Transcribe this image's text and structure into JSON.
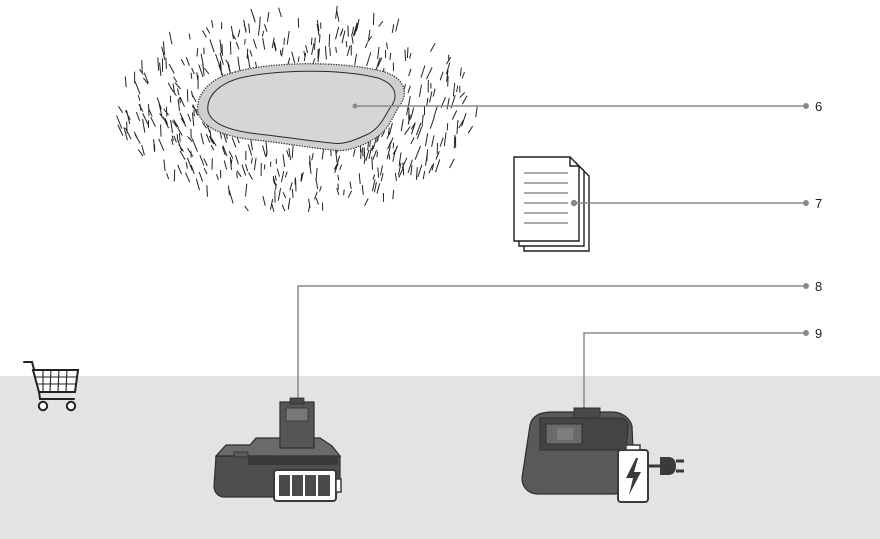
{
  "callouts": [
    {
      "id": "6",
      "label": "6",
      "refers_to": "mowing-area"
    },
    {
      "id": "7",
      "label": "7",
      "refers_to": "documents"
    },
    {
      "id": "8",
      "label": "8",
      "refers_to": "battery"
    },
    {
      "id": "9",
      "label": "9",
      "refers_to": "charger"
    }
  ],
  "icons": {
    "shopping_cart": "shopping-cart-icon",
    "battery_level": "battery-level-icon",
    "battery_charging": "battery-charging-icon",
    "power_plug": "power-plug-icon"
  },
  "colors": {
    "band_background": "#e3e3e3",
    "leader_line": "#8a8a8a",
    "device_fill": "#5b5b5b",
    "device_dark": "#3a3a3a",
    "lawn_fill": "#d6d6d6",
    "outline": "#2a2a2a"
  }
}
